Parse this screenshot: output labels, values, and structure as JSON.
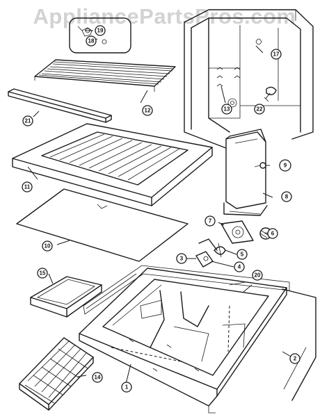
{
  "watermark": "AppliancePartsPros.com",
  "callouts": [
    {
      "id": "c1",
      "label": "1"
    },
    {
      "id": "c2",
      "label": "2"
    },
    {
      "id": "c3",
      "label": "3"
    },
    {
      "id": "c4",
      "label": "4"
    },
    {
      "id": "c5",
      "label": "5"
    },
    {
      "id": "c6",
      "label": "6"
    },
    {
      "id": "c7",
      "label": "7"
    },
    {
      "id": "c8",
      "label": "8"
    },
    {
      "id": "c9",
      "label": "9"
    },
    {
      "id": "c10",
      "label": "10"
    },
    {
      "id": "c11",
      "label": "11"
    },
    {
      "id": "c12",
      "label": "12"
    },
    {
      "id": "c13",
      "label": "13"
    },
    {
      "id": "c14",
      "label": "14"
    },
    {
      "id": "c15",
      "label": "15"
    },
    {
      "id": "c17",
      "label": "17"
    },
    {
      "id": "c18",
      "label": "18"
    },
    {
      "id": "c19",
      "label": "19"
    },
    {
      "id": "c20",
      "label": "20"
    },
    {
      "id": "c21",
      "label": "21"
    },
    {
      "id": "c22",
      "label": "22"
    }
  ]
}
